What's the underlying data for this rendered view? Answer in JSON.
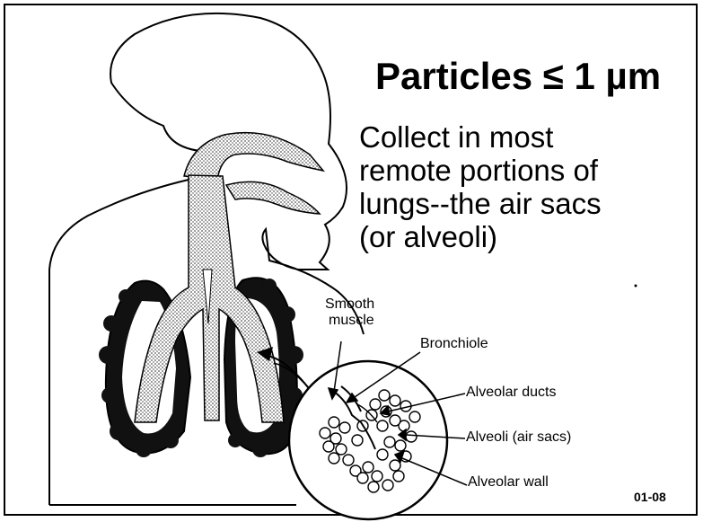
{
  "title": "Particles ≤ 1 µm",
  "description": [
    "Collect in most",
    "remote portions of",
    "lungs--the air sacs",
    "(or alveoli)"
  ],
  "labels": {
    "smooth_muscle_1": "Smooth",
    "smooth_muscle_2": "muscle",
    "bronchiole": "Bronchiole",
    "alveolar_ducts": "Alveolar ducts",
    "alveoli": "Alveoli (air sacs)",
    "alveolar_wall": "Alveolar wall"
  },
  "figure_code": "01-08"
}
